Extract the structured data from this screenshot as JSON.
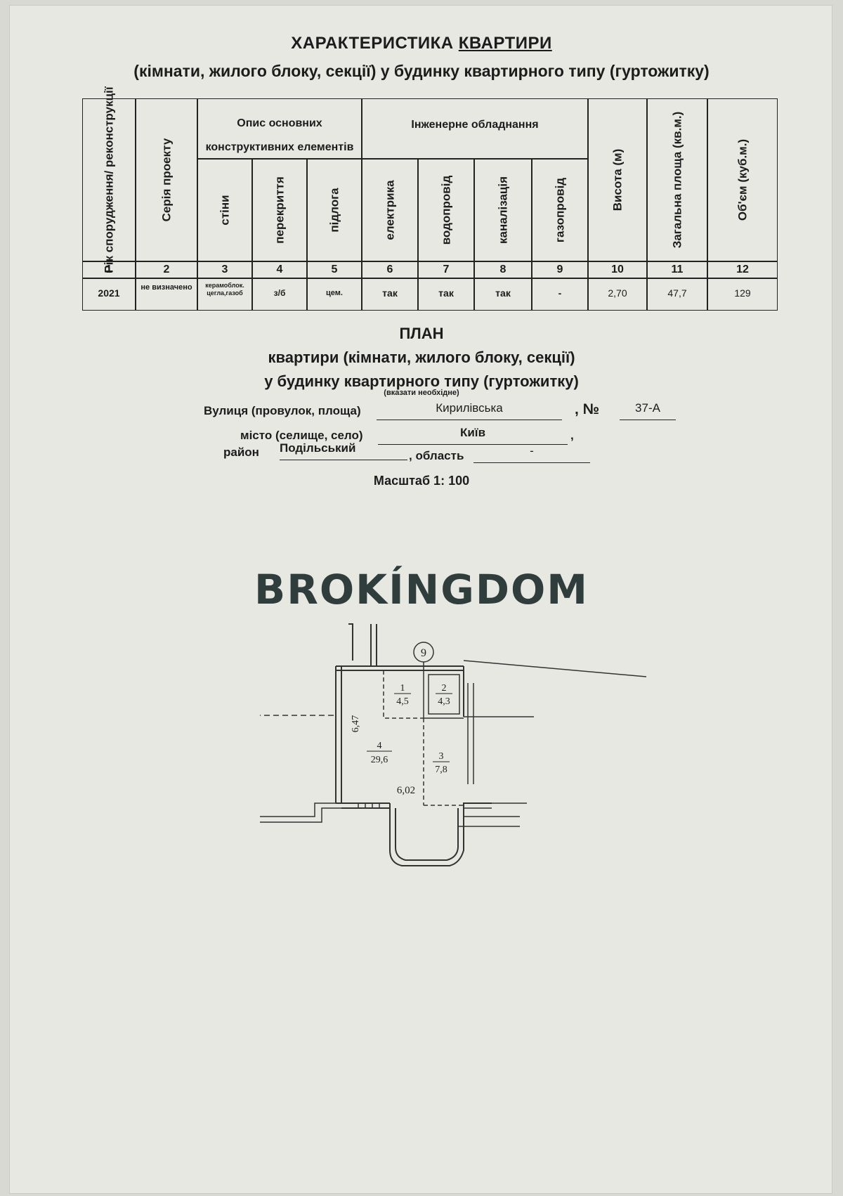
{
  "header": {
    "title_pre": "ХАРАКТЕРИСТИКА ",
    "title_u": "КВАРТИРИ",
    "subtitle": "(кімнати, жилого блоку, секції) у будинку квартирного типу (гуртожитку)"
  },
  "table": {
    "group1": "Опис основних конструктивних елементів",
    "group2": "Інженерне обладнання",
    "headers": [
      "Рік спорудження/ реконструкції",
      "Серія проекту",
      "стіни",
      "перекриття",
      "підлога",
      "електрика",
      "водопровід",
      "каналізація",
      "газопровід",
      "Висота (м)",
      "Загальна площа (кв.м.)",
      "Об'єм (куб.м.)"
    ],
    "numbers": [
      "1",
      "2",
      "3",
      "4",
      "5",
      "6",
      "7",
      "8",
      "9",
      "10",
      "11",
      "12"
    ],
    "values": [
      "2021",
      "не визначено",
      "керамоблок. цегла,газоб",
      "з/б",
      "цем.",
      "так",
      "так",
      "так",
      "-",
      "2,70",
      "47,7",
      "129"
    ]
  },
  "plan_header": {
    "title": "ПЛАН",
    "line1": "квартири (кімнати, жилого блоку, секції)",
    "line2": "у будинку квартирного типу (гуртожитку)",
    "note": "(вказати необхідне)"
  },
  "address": {
    "street_label": "Вулиця (провулок, площа)",
    "street_value": "Кирилівська",
    "number_label": ", №",
    "number_value": "37-А",
    "city_label": "місто (селище, село)",
    "city_value": "Київ",
    "district_label": "район",
    "district_value": "Подільський",
    "region_label": ", область",
    "region_value": "-",
    "comma": ","
  },
  "scale": "Масштаб 1: 100",
  "watermark": "BROKÍNGDOM",
  "floorplan": {
    "axis": "9",
    "dim_height": "6,47",
    "dim_width": "6,02",
    "rooms": [
      {
        "no": "1",
        "area": "4,5"
      },
      {
        "no": "2",
        "area": "4,3"
      },
      {
        "no": "3",
        "area": "7,8"
      },
      {
        "no": "4",
        "area": "29,6"
      }
    ]
  }
}
